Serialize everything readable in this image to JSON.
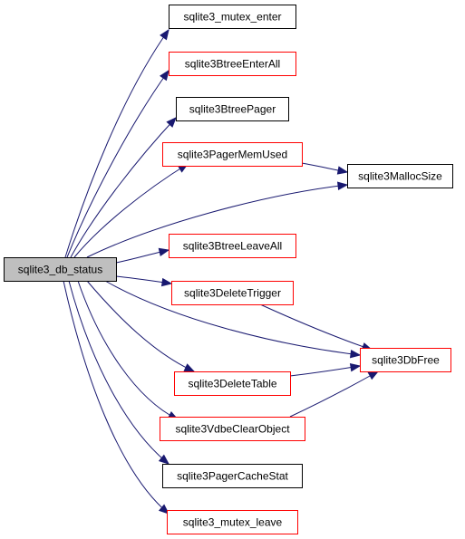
{
  "colors": {
    "edge": "#191970",
    "border_default": "#000000",
    "border_red": "#ff0000",
    "root_fill": "#bfbfbf",
    "node_fill": "#ffffff"
  },
  "nodes": {
    "root": {
      "label": "sqlite3_db_status",
      "style": "root"
    },
    "mutex_enter": {
      "label": "sqlite3_mutex_enter",
      "style": "black"
    },
    "btree_enter_all": {
      "label": "sqlite3BtreeEnterAll",
      "style": "red"
    },
    "btree_pager": {
      "label": "sqlite3BtreePager",
      "style": "black"
    },
    "pager_mem_used": {
      "label": "sqlite3PagerMemUsed",
      "style": "red"
    },
    "malloc_size": {
      "label": "sqlite3MallocSize",
      "style": "black"
    },
    "btree_leave_all": {
      "label": "sqlite3BtreeLeaveAll",
      "style": "red"
    },
    "delete_trigger": {
      "label": "sqlite3DeleteTrigger",
      "style": "red"
    },
    "db_free": {
      "label": "sqlite3DbFree",
      "style": "red"
    },
    "delete_table": {
      "label": "sqlite3DeleteTable",
      "style": "red"
    },
    "vdbe_clear_object": {
      "label": "sqlite3VdbeClearObject",
      "style": "red"
    },
    "pager_cache_stat": {
      "label": "sqlite3PagerCacheStat",
      "style": "black"
    },
    "mutex_leave": {
      "label": "sqlite3_mutex_leave",
      "style": "red"
    }
  },
  "edges": [
    {
      "from": "root",
      "to": "mutex_enter"
    },
    {
      "from": "root",
      "to": "btree_enter_all"
    },
    {
      "from": "root",
      "to": "btree_pager"
    },
    {
      "from": "root",
      "to": "pager_mem_used"
    },
    {
      "from": "root",
      "to": "malloc_size"
    },
    {
      "from": "root",
      "to": "btree_leave_all"
    },
    {
      "from": "root",
      "to": "delete_trigger"
    },
    {
      "from": "root",
      "to": "db_free"
    },
    {
      "from": "root",
      "to": "delete_table"
    },
    {
      "from": "root",
      "to": "vdbe_clear_object"
    },
    {
      "from": "root",
      "to": "pager_cache_stat"
    },
    {
      "from": "root",
      "to": "mutex_leave"
    },
    {
      "from": "pager_mem_used",
      "to": "malloc_size"
    },
    {
      "from": "delete_trigger",
      "to": "db_free"
    },
    {
      "from": "delete_table",
      "to": "db_free"
    },
    {
      "from": "vdbe_clear_object",
      "to": "db_free"
    }
  ]
}
